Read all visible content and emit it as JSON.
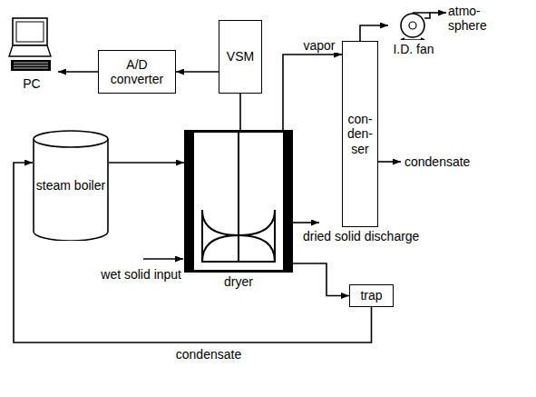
{
  "diagram": {
    "nodes": [
      {
        "text": [
          "PC"
        ]
      },
      {
        "text": [
          "A/D converter"
        ]
      },
      {
        "text": [
          "VSM"
        ]
      },
      {
        "text": [
          "I.D. fan"
        ]
      },
      {
        "text": [
          "con- den- ser"
        ]
      },
      {
        "text": [
          "steam boiler"
        ]
      },
      {
        "text": [
          "dryer"
        ]
      },
      {
        "text": [
          "trap"
        ]
      }
    ],
    "edges": [
      {
        "from": 2,
        "to": 1,
        "arrow": "to"
      },
      {
        "from": 1,
        "to": 0,
        "arrow": "to"
      },
      {
        "from": 2,
        "to": 6,
        "arrow": "none"
      },
      {
        "from": 6,
        "to": 4,
        "label": "vapor",
        "arrow": "to"
      },
      {
        "from": 4,
        "to": 3,
        "arrow": "to"
      },
      {
        "from": 5,
        "to": 6,
        "arrow": "to"
      },
      {
        "from": 6,
        "to": 7,
        "arrow": "to"
      },
      {
        "from": 7,
        "to": 5,
        "label": "condensate",
        "arrow": "to"
      }
    ],
    "labels": [
      "atmo- sphere",
      "condensate",
      "dried solid discharge",
      "wet solid input"
    ]
  }
}
